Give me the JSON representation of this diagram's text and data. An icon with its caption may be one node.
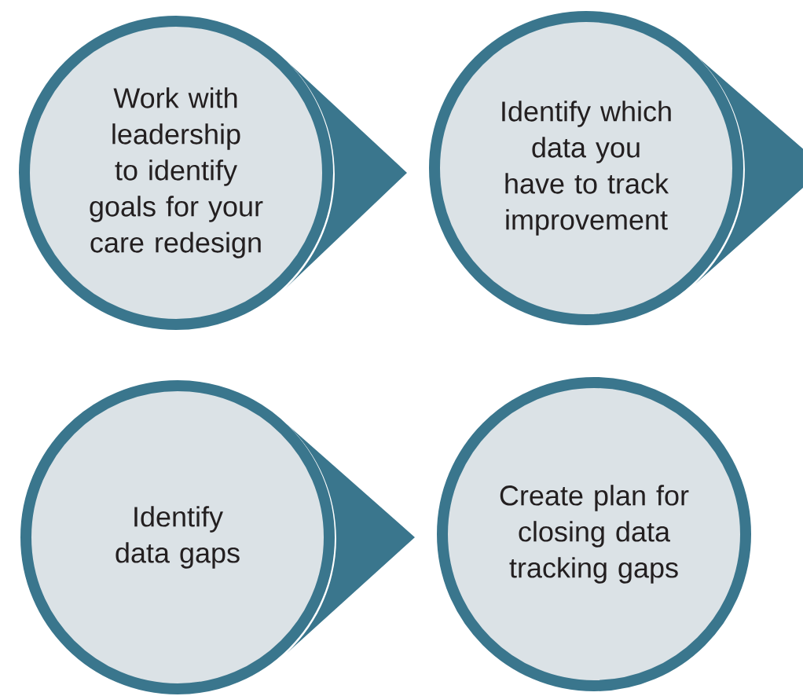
{
  "diagram": {
    "nodes": [
      {
        "text": [
          "Work with leadership to identify goals for your care redesign"
        ]
      },
      {
        "text": [
          "Identify which data you have to track improvement"
        ]
      },
      {
        "text": [
          "Identify data gaps"
        ]
      },
      {
        "text": [
          "Create plan for closing data tracking gaps"
        ]
      }
    ],
    "edges": [
      {
        "from": 0,
        "to": 1,
        "arrow": "to"
      },
      {
        "from": 1,
        "to": null,
        "arrow": "to"
      },
      {
        "from": 2,
        "to": 3,
        "arrow": "to"
      }
    ]
  }
}
